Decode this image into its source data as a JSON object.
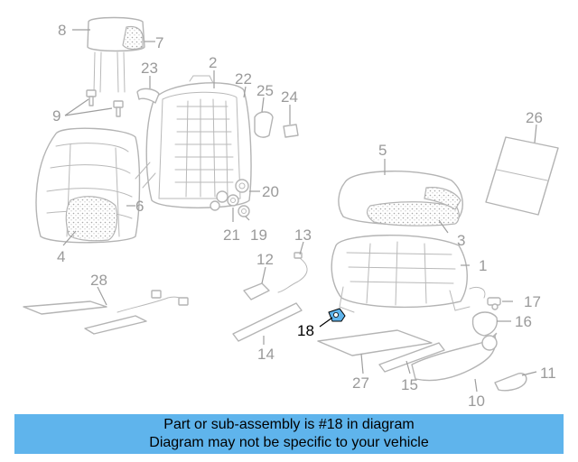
{
  "diagram": {
    "highlight_color": "#5fb4ec",
    "highlighted_part": "18",
    "callouts": [
      {
        "id": "1",
        "label": "1"
      },
      {
        "id": "2",
        "label": "2"
      },
      {
        "id": "3",
        "label": "3"
      },
      {
        "id": "4",
        "label": "4"
      },
      {
        "id": "5",
        "label": "5"
      },
      {
        "id": "6",
        "label": "6"
      },
      {
        "id": "7",
        "label": "7"
      },
      {
        "id": "8",
        "label": "8"
      },
      {
        "id": "9",
        "label": "9"
      },
      {
        "id": "10",
        "label": "10"
      },
      {
        "id": "11",
        "label": "11"
      },
      {
        "id": "12",
        "label": "12"
      },
      {
        "id": "13",
        "label": "13"
      },
      {
        "id": "14",
        "label": "14"
      },
      {
        "id": "15",
        "label": "15"
      },
      {
        "id": "16",
        "label": "16"
      },
      {
        "id": "17",
        "label": "17"
      },
      {
        "id": "18",
        "label": "18"
      },
      {
        "id": "19",
        "label": "19"
      },
      {
        "id": "20",
        "label": "20"
      },
      {
        "id": "21",
        "label": "21"
      },
      {
        "id": "22",
        "label": "22"
      },
      {
        "id": "23",
        "label": "23"
      },
      {
        "id": "24",
        "label": "24"
      },
      {
        "id": "25",
        "label": "25"
      },
      {
        "id": "26",
        "label": "26"
      },
      {
        "id": "27",
        "label": "27"
      },
      {
        "id": "28",
        "label": "28"
      }
    ]
  },
  "banner": {
    "line1": "Part or sub-assembly is #18 in diagram",
    "line2": "Diagram may not be specific to your vehicle",
    "background": "#5fb4ec"
  }
}
